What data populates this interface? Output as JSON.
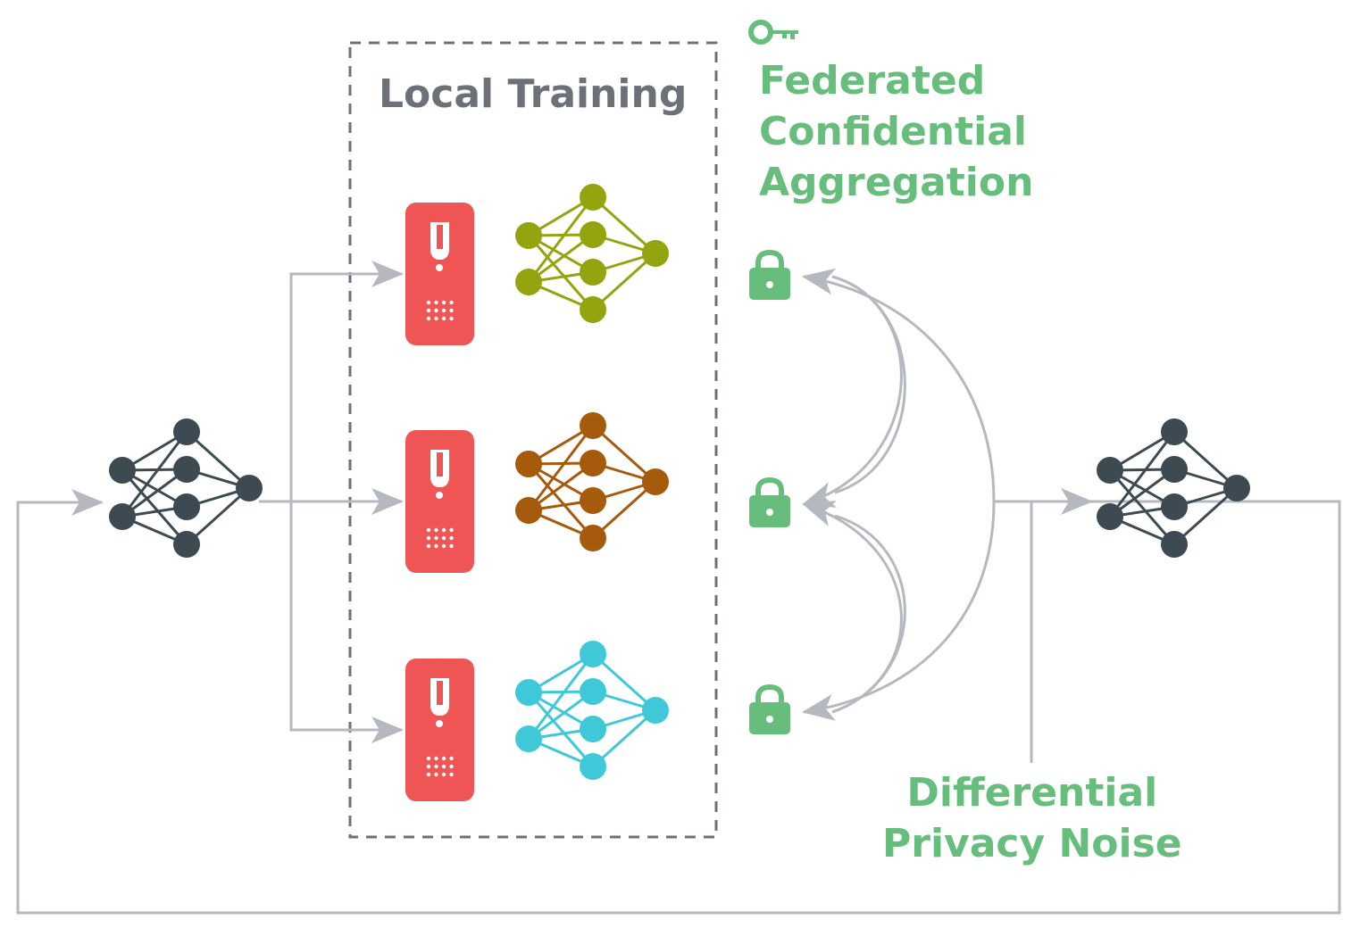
{
  "labels": {
    "local_training": "Local Training",
    "federated_aggregation": [
      "Federated",
      "Confidential",
      "Aggregation"
    ],
    "differential_privacy": [
      "Differential",
      "Privacy Noise"
    ]
  },
  "colors": {
    "arrow_gray": "#b5b8bf",
    "global_model": "#3d4a52",
    "enclave_red": "#ef5555",
    "lock_green": "#66bd7c",
    "client_models": [
      "#94a40e",
      "#a65a0c",
      "#3ec8d8"
    ],
    "title_gray": "#6b7079"
  },
  "icons": {
    "key": "key-icon",
    "lock": "lock-icon",
    "enclave": "secure-enclave-icon",
    "network": "neural-network-icon"
  }
}
